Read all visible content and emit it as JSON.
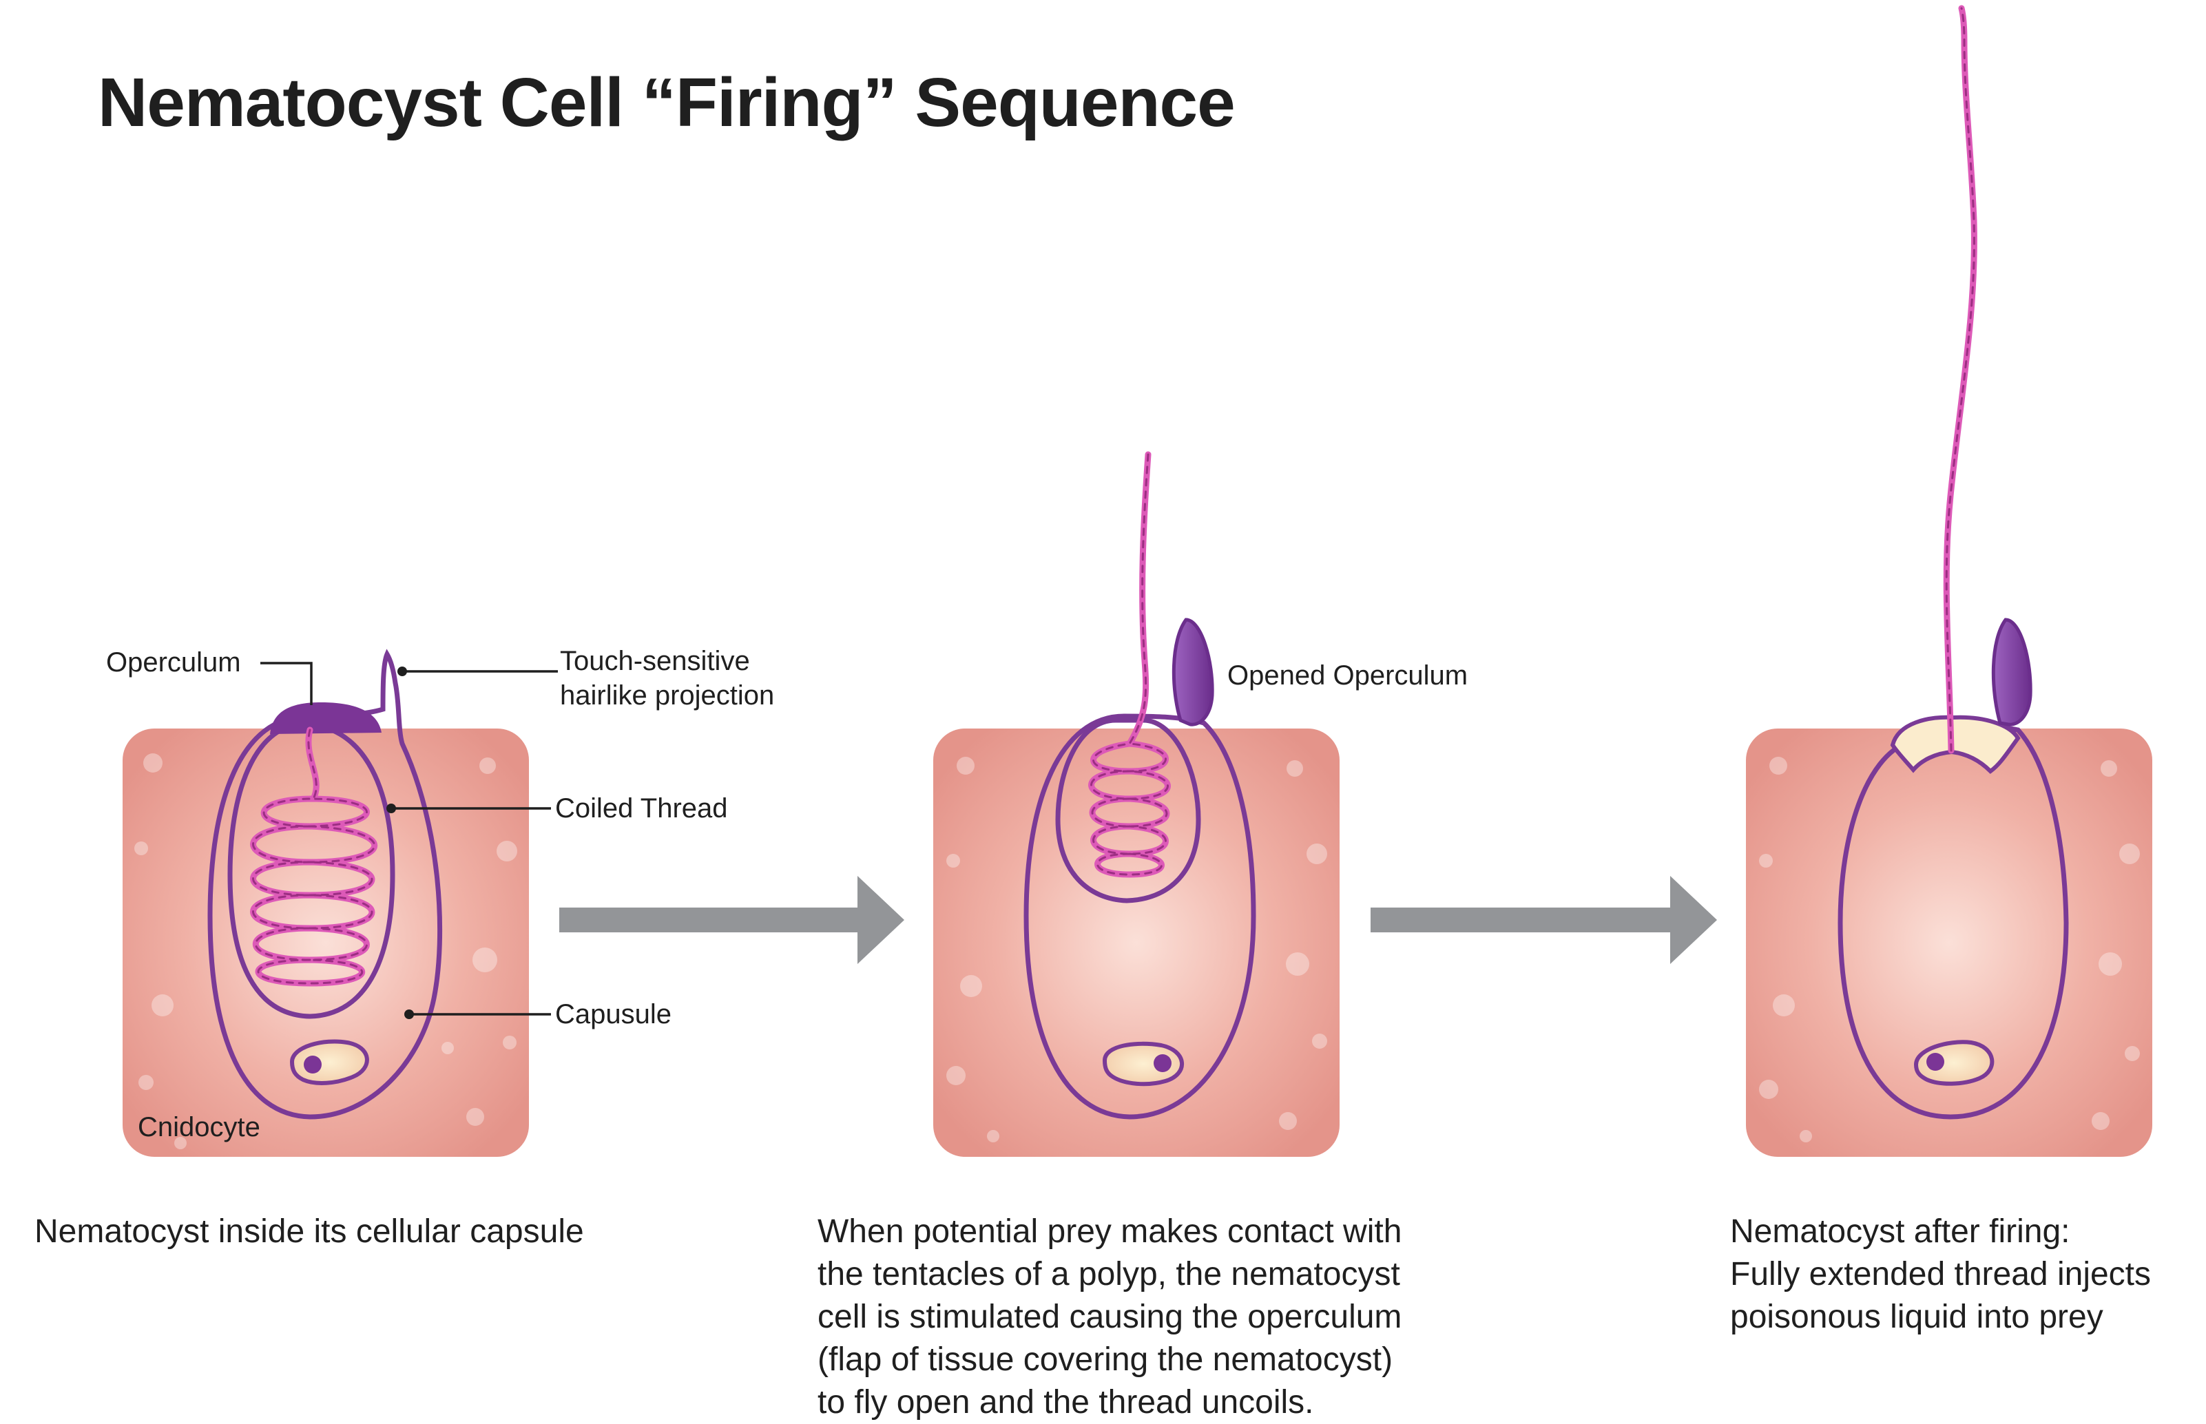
{
  "title": "Nematocyst Cell “Firing” Sequence",
  "labels": {
    "operculum": "Operculum",
    "touch_line1": "Touch-sensitive",
    "touch_line2": "hairlike projection",
    "coiled_thread": "Coiled Thread",
    "capsule": "Capusule",
    "cnidocyte": "Cnidocyte",
    "opened_operculum": "Opened Operculum"
  },
  "captions": {
    "stage1": [
      "Nematocyst inside its cellular capsule"
    ],
    "stage2": [
      "When potential prey makes contact with",
      "the tentacles of a polyp, the nematocyst",
      "cell is stimulated causing the operculum",
      "(flap of tissue covering the nematocyst)",
      "to fly open and the thread uncoils."
    ],
    "stage3": [
      "Nematocyst after firing:",
      "Fully extended thread injects",
      "poisonous liquid into prey"
    ]
  },
  "colors": {
    "tissue": "#e79a8f",
    "capsule_yellow": "#f2d23c",
    "outline_purple": "#7a3a96",
    "operculum_purple": "#7b3596",
    "thread_pink": "#dd5ab8",
    "arrow_gray": "#939598"
  }
}
